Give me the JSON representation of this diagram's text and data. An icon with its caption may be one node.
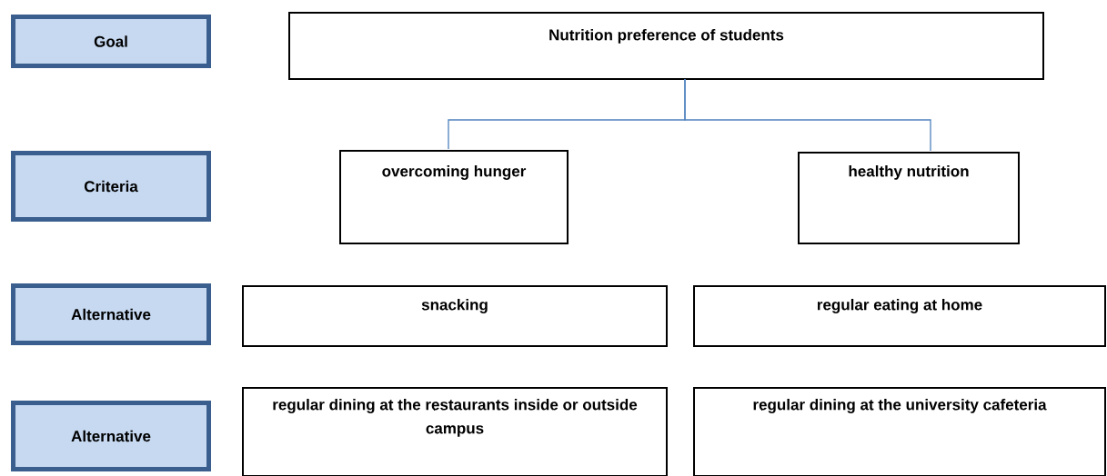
{
  "diagram": {
    "nodes": [
      {
        "text": [
          "Goal"
        ]
      },
      {
        "text": [
          "Nutrition preference of students"
        ]
      },
      {
        "text": [
          "Criteria"
        ]
      },
      {
        "text": [
          "overcoming hunger"
        ]
      },
      {
        "text": [
          "healthy nutrition"
        ]
      },
      {
        "text": [
          "Alternative"
        ]
      },
      {
        "text": [
          "snacking"
        ]
      },
      {
        "text": [
          "regular eating at home"
        ]
      },
      {
        "text": [
          "Alternative"
        ]
      },
      {
        "text": [
          "regular dining at the restaurants inside or outside campus"
        ]
      },
      {
        "text": [
          "regular dining at the university cafeteria"
        ]
      }
    ],
    "edges": [
      {
        "from": 1,
        "to": 3,
        "arrow": "none"
      },
      {
        "from": 1,
        "to": 4,
        "arrow": "none"
      }
    ]
  }
}
